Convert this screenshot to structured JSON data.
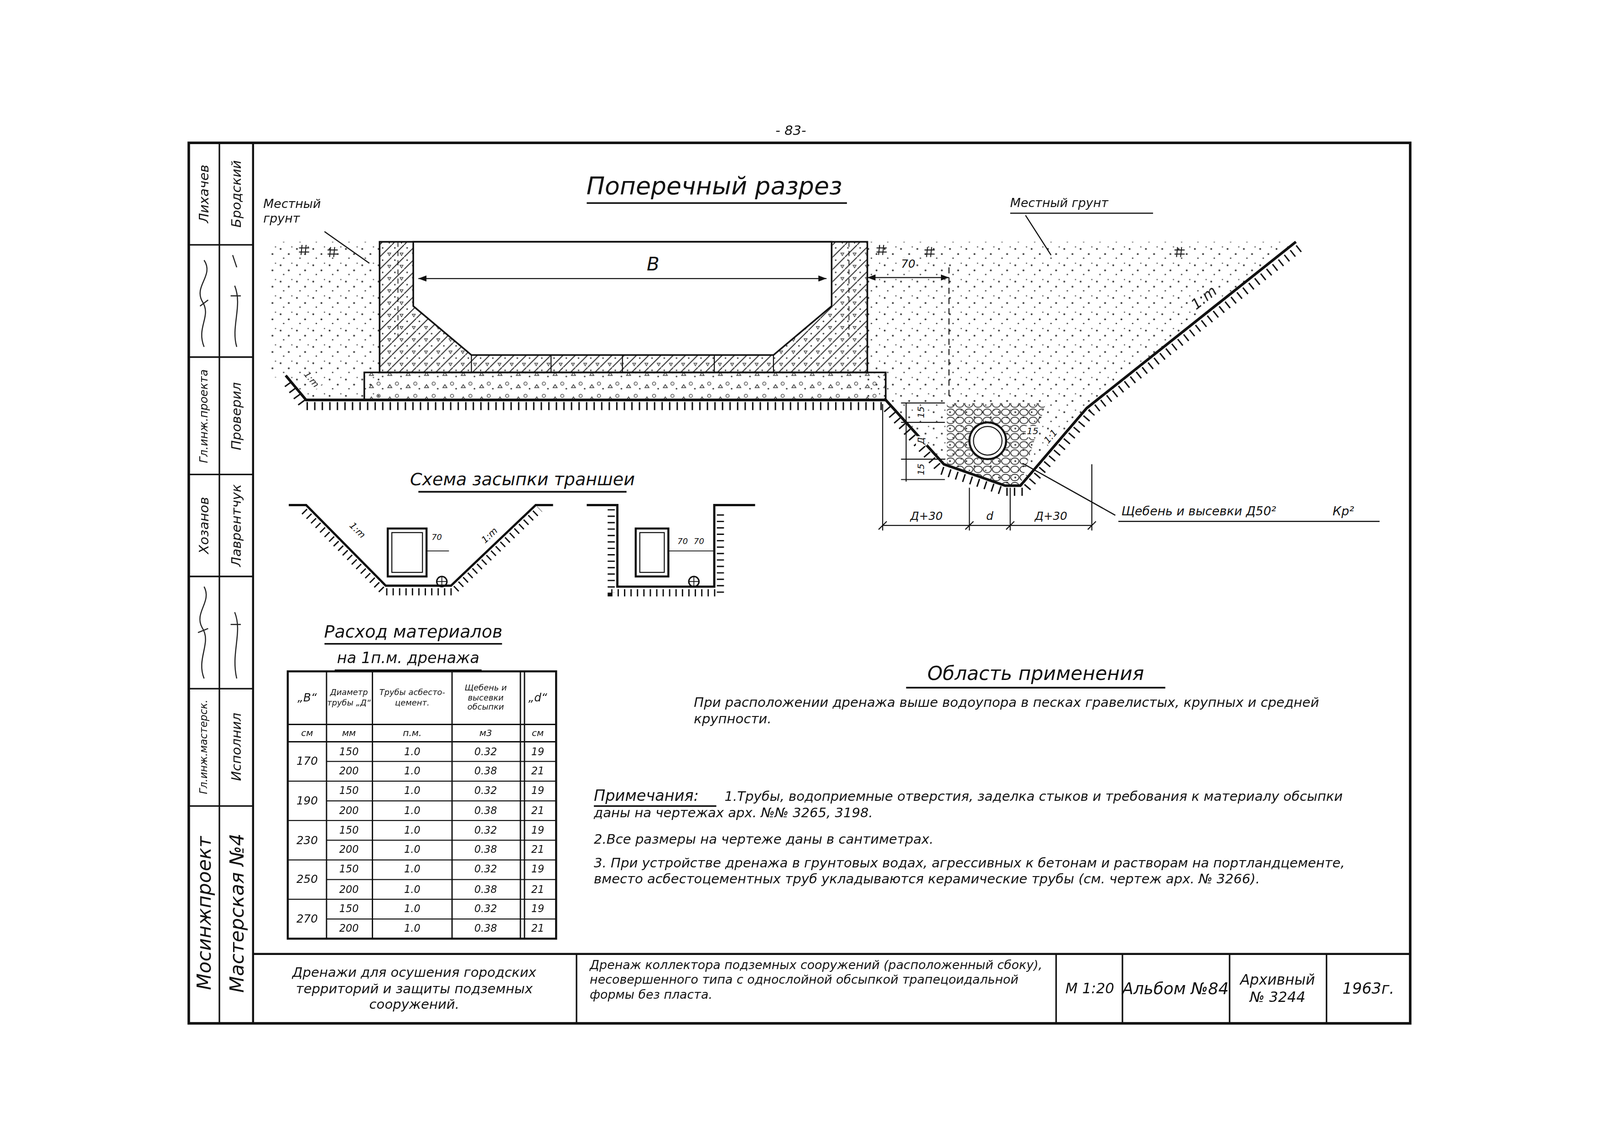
{
  "diagram": {
    "title": "Поперечный разрез",
    "labels": [
      "- 83-",
      "Местный грунт",
      "Местный грунт",
      "B",
      "70",
      "1:m",
      "1:m",
      "15",
      "15",
      "Д",
      "15",
      "1:1",
      "Д+30",
      "d",
      "Д+30",
      "Щебень и высевки Д50²",
      "Кр²",
      "Схема засыпки траншеи",
      "1:m",
      "1:m",
      "70",
      "70",
      "70",
      "Расход материалов",
      "на 1п.м. дренажа",
      "„B“",
      "Диаметр трубы „Д“",
      "Трубы асбесто-цемент.",
      "Щебень и высевки обсыпки",
      "„d“",
      "см",
      "мм",
      "п.м.",
      "м3",
      "см",
      "170",
      "150",
      "1.0",
      "0.32",
      "19",
      "200",
      "1.0",
      "0.38",
      "21",
      "190",
      "150",
      "1.0",
      "0.32",
      "19",
      "200",
      "1.0",
      "0.38",
      "21",
      "230",
      "150",
      "1.0",
      "0.32",
      "19",
      "200",
      "1.0",
      "0.38",
      "21",
      "250",
      "150",
      "1.0",
      "0.32",
      "19",
      "200",
      "1.0",
      "0.38",
      "21",
      "270",
      "150",
      "1.0",
      "0.32",
      "19",
      "200",
      "1.0",
      "0.38",
      "21",
      "Область применения",
      "При расположении дренажа выше водоупора в песках гравелистых, крупных и средней крупности.",
      "Примечания:",
      "1.Трубы, водоприемные отверстия, заделка стыков и требования к материалу обсыпки даны на чертежах арх. №№ 3265, 3198.",
      "2.Все размеры на чертеже даны в сантиметрах.",
      "3. При устройстве дренажа в грунтовых водах, агрессивных к бетонам и растворам на портландцементе, вместо асбестоцементных труб укладываются керамические трубы (см. чертеж арх. № 3266).",
      "Дренажи для осушения городских территорий и защиты подземных сооружений.",
      "Дренаж коллектора подземных сооружений (расположенный сбоку), несовершенного типа с однослойной обсыпкой трапецоидальной формы без пласта.",
      "М 1:20",
      "Альбом №84",
      "Архивный № 3244",
      "1963г.",
      "Лихачев",
      "Бродский",
      "Гл.инж.проекта",
      "Проверил",
      "Хозанов",
      "Лаврентчук",
      "Гл.инж.мастерск.",
      "Исполнил",
      "Мосинжпроект",
      "Мастерская №4"
    ]
  }
}
